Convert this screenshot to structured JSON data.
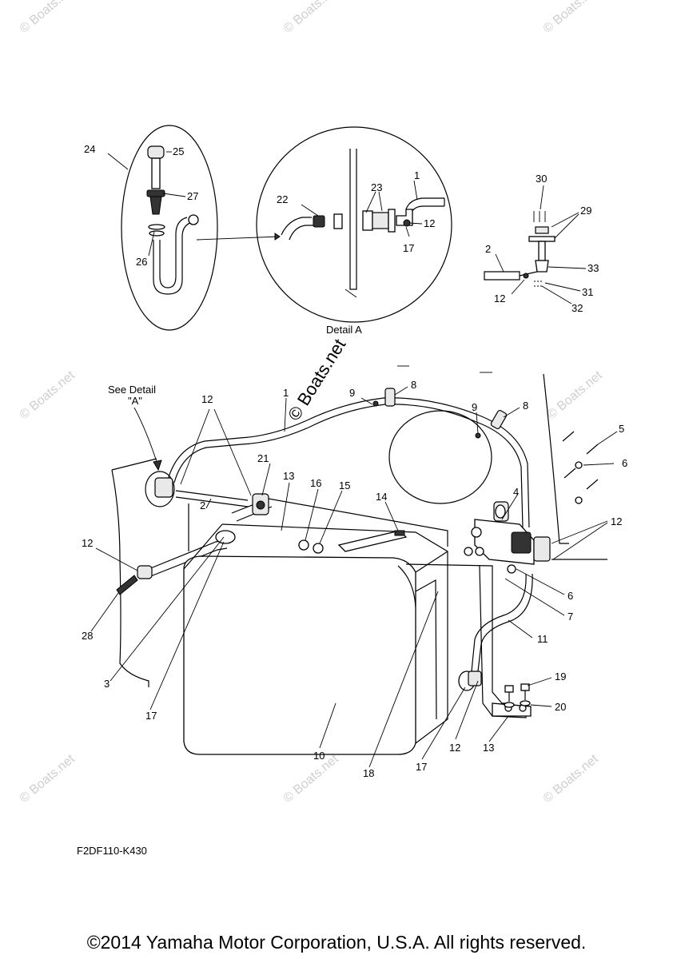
{
  "diagram": {
    "detail_label": "Detail A",
    "see_detail_label": "See Detail",
    "see_detail_ref": "\"A\"",
    "figure_code": "F2DF110-K430",
    "watermark_text": "© Boats.net",
    "watermark_small": "© Boats.net",
    "callouts": {
      "c1a": "1",
      "c1b": "1",
      "c2a": "2",
      "c2b": "2",
      "c3": "3",
      "c4": "4",
      "c5": "5",
      "c6a": "6",
      "c6b": "6",
      "c7": "7",
      "c8a": "8",
      "c8b": "8",
      "c9a": "9",
      "c9b": "9",
      "c10": "10",
      "c11": "11",
      "c12a": "12",
      "c12b": "12",
      "c12c": "12",
      "c12d": "12",
      "c12e": "12",
      "c12f": "12",
      "c13a": "13",
      "c13b": "13",
      "c14": "14",
      "c15": "15",
      "c16": "16",
      "c17a": "17",
      "c17b": "17",
      "c17c": "17",
      "c18": "18",
      "c19": "19",
      "c20": "20",
      "c21": "21",
      "c22": "22",
      "c23": "23",
      "c24": "24",
      "c25": "25",
      "c26": "26",
      "c27": "27",
      "c28": "28",
      "c29": "29",
      "c30": "30",
      "c31": "31",
      "c32": "32",
      "c33": "33"
    }
  },
  "footer": {
    "copyright": "©2014 Yamaha Motor Corporation, U.S.A. All rights reserved."
  }
}
